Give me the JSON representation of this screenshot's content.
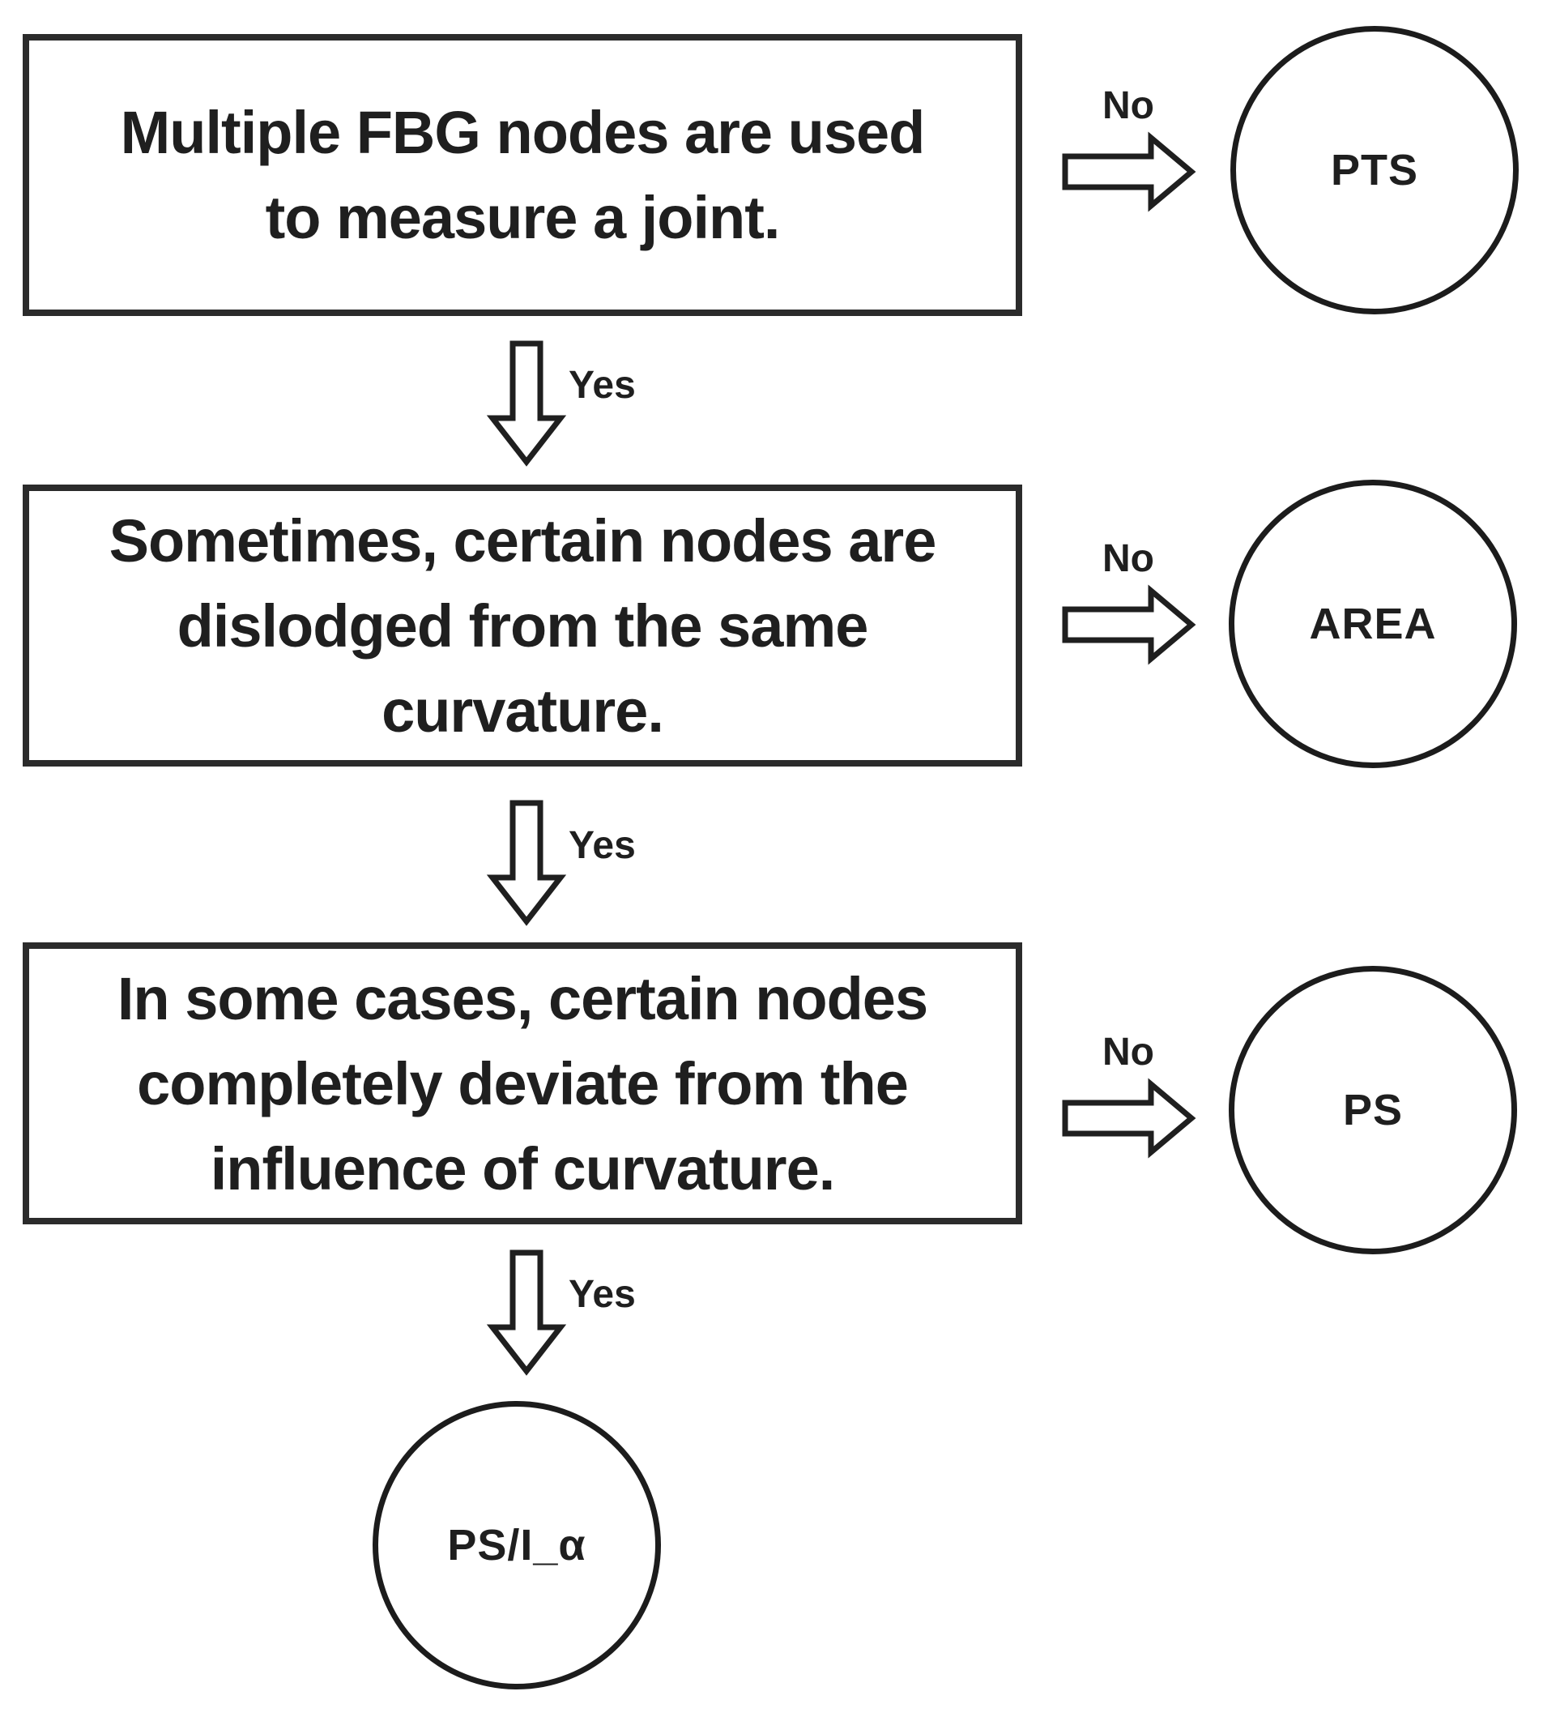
{
  "diagram": {
    "background_color": "#ffffff",
    "line_color": "#1f1f1f",
    "box_border_color": "#2b2b2b",
    "boxes": [
      {
        "lines": [
          "Multiple FBG nodes are used",
          "to measure a joint."
        ]
      },
      {
        "lines": [
          "Sometimes, certain nodes are",
          "dislodged from the same",
          "curvature."
        ]
      },
      {
        "lines": [
          "In some cases, certain nodes",
          "completely deviate from the",
          "influence of curvature."
        ]
      }
    ],
    "terminals": [
      {
        "label": "PTS"
      },
      {
        "label": "AREA"
      },
      {
        "label": "PS"
      },
      {
        "label": "PS/I_α"
      }
    ],
    "edge_labels": {
      "no": "No",
      "yes": "Yes"
    }
  }
}
